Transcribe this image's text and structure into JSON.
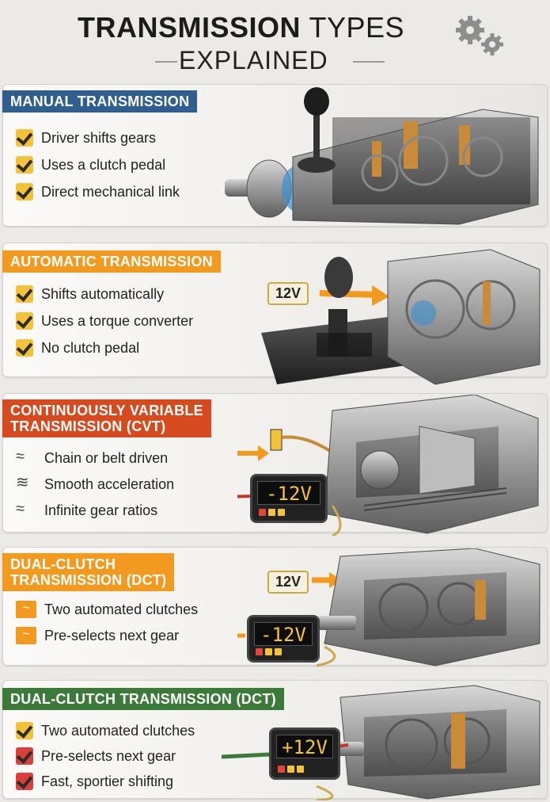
{
  "header": {
    "title_bold": "TRANSMISSION",
    "title_light": "TYPES",
    "subtitle": "EXPLAINED"
  },
  "sections": [
    {
      "title": "MANUAL TRANSMISSION",
      "items": [
        "Driver shifts gears",
        "Uses a clutch pedal",
        "Direct mechanical link"
      ]
    },
    {
      "title": "AUTOMATIC TRANSMISSION",
      "items": [
        "Shifts automatically",
        "Uses a torque converter",
        "No clutch pedal"
      ],
      "voltage_label": "12V"
    },
    {
      "title_line1": "CONTINUOUSLY VARIABLE",
      "title_line2": "TRANSMISSION (CVT)",
      "items": [
        "Chain or belt driven",
        "Smooth acceleration",
        "Infinite gear ratios"
      ],
      "meter": "-12V"
    },
    {
      "title_line1": "DUAL-CLUTCH",
      "title_line2": "TRANSMISSION (DCT)",
      "items": [
        "Two automated clutches",
        "Pre-selects next gear"
      ],
      "voltage_label": "12V",
      "meter": "-12V"
    },
    {
      "title": "DUAL-CLUTCH TRANSMISSION (DCT)",
      "items": [
        "Two automated clutches",
        "Pre-selects next gear",
        "Fast, sportier shifting"
      ],
      "meter": "+12V"
    }
  ],
  "icons": {
    "check": "check-icon",
    "wave": "wave-icon",
    "gear": "gear-icon"
  },
  "colors": {
    "manual": "#2f5e8f",
    "automatic": "#f29a1f",
    "cvt": "#d64a1f",
    "dct_orange": "#f29a1f",
    "dct_green": "#3c7a3a",
    "check_yellow": "#f4c23a",
    "check_red": "#d9403a"
  }
}
